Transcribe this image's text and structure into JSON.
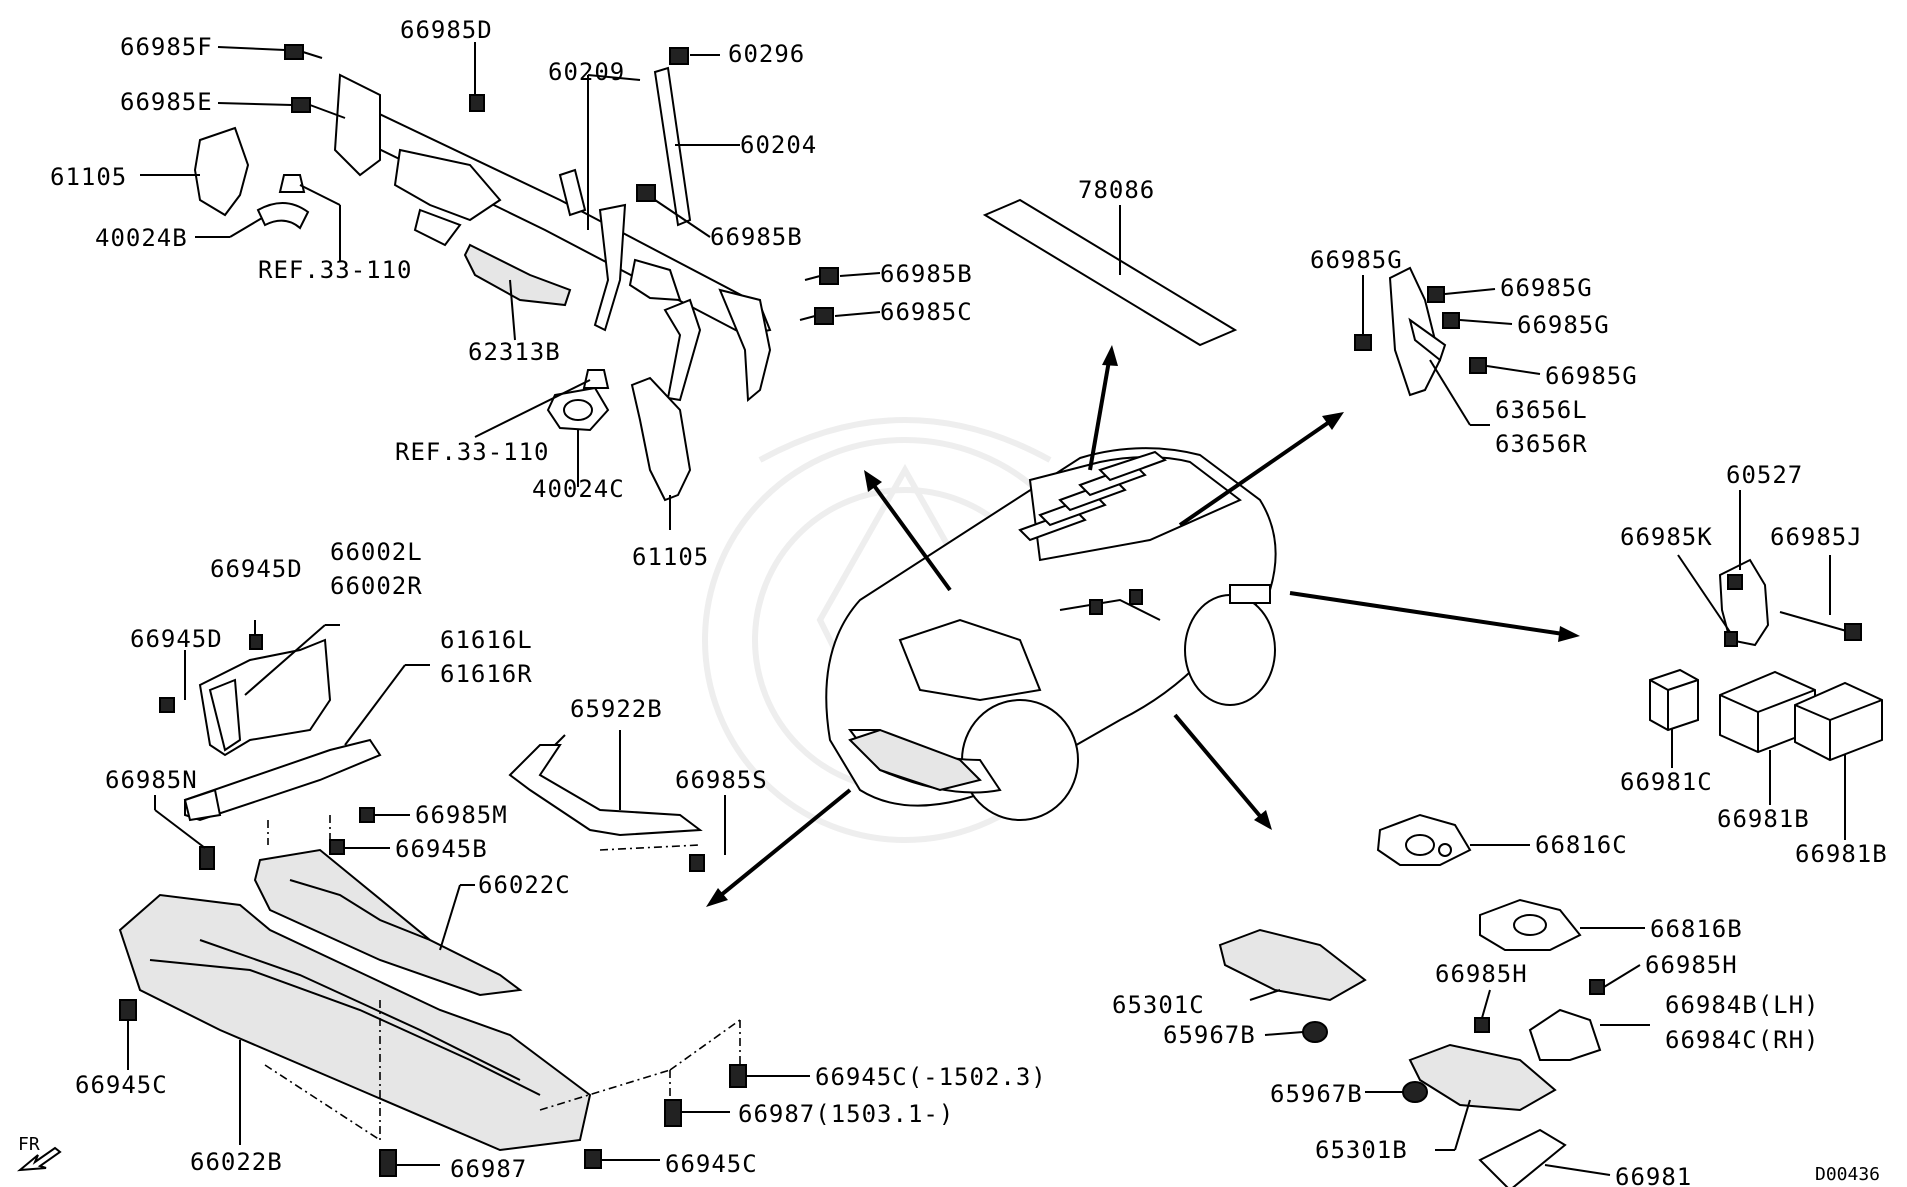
{
  "labels": {
    "p66985F": "66985F",
    "p66985D": "66985D",
    "p60209": "60209",
    "p60296": "60296",
    "p66985E": "66985E",
    "p60204": "60204",
    "p61105a": "61105",
    "p40024B": "40024B",
    "p66985B1": "66985B",
    "pRef1": "REF.33-110",
    "p66985B2": "66985B",
    "p66985C": "66985C",
    "p62313B": "62313B",
    "pRef2": "REF.33-110",
    "p40024C": "40024C",
    "p61105b": "61105",
    "p78086": "78086",
    "p66985G1": "66985G",
    "p66985G2": "66985G",
    "p66985G3": "66985G",
    "p66985G4": "66985G",
    "p63656L": "63656L",
    "p63656R": "63656R",
    "p60527": "60527",
    "p66985K": "66985K",
    "p66985J": "66985J",
    "p66981C": "66981C",
    "p66981B1": "66981B",
    "p66981B2": "66981B",
    "p66945D1": "66945D",
    "p66002L": "66002L",
    "p66002R": "66002R",
    "p66945D2": "66945D",
    "p61616L": "61616L",
    "p61616R": "61616R",
    "p65922B": "65922B",
    "p66985N": "66985N",
    "p66985M": "66985M",
    "p66985S": "66985S",
    "p66945B": "66945B",
    "p66022C": "66022C",
    "p66816C": "66816C",
    "p66816B": "66816B",
    "p65301C": "65301C",
    "p66985H1": "66985H",
    "p66985H2": "66985H",
    "p66984B": "66984B(LH)",
    "p66984C": "66984C(RH)",
    "p65967B1": "65967B",
    "p65967B2": "65967B",
    "p65301B": "65301B",
    "p66981": "66981",
    "p66945C1": "66945C",
    "p66945C2": "66945C(-1502.3)",
    "p66987a": "66987(1503.1-)",
    "p66022B": "66022B",
    "p66987b": "66987",
    "p66945C3": "66945C",
    "fr": "FR",
    "code": "D00436"
  }
}
